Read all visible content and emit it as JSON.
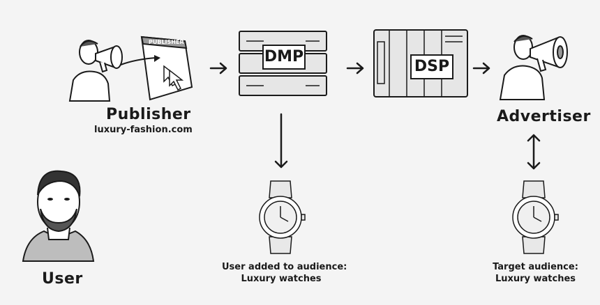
{
  "nodes": {
    "publisher": {
      "title": "Publisher",
      "subtitle": "luxury-fashion.com",
      "sign_text": "PUBLISHER"
    },
    "dmp": {
      "label": "DMP"
    },
    "dsp": {
      "label": "DSP"
    },
    "advertiser": {
      "title": "Advertiser"
    },
    "user": {
      "title": "User"
    }
  },
  "captions": {
    "user_added": [
      "User added to audience:",
      "Luxury watches"
    ],
    "target": [
      "Target audience:",
      "Luxury watches"
    ]
  },
  "icons": [
    "megaphone-icon",
    "server-icon",
    "watch-icon",
    "person-icon",
    "arrow-icon"
  ]
}
